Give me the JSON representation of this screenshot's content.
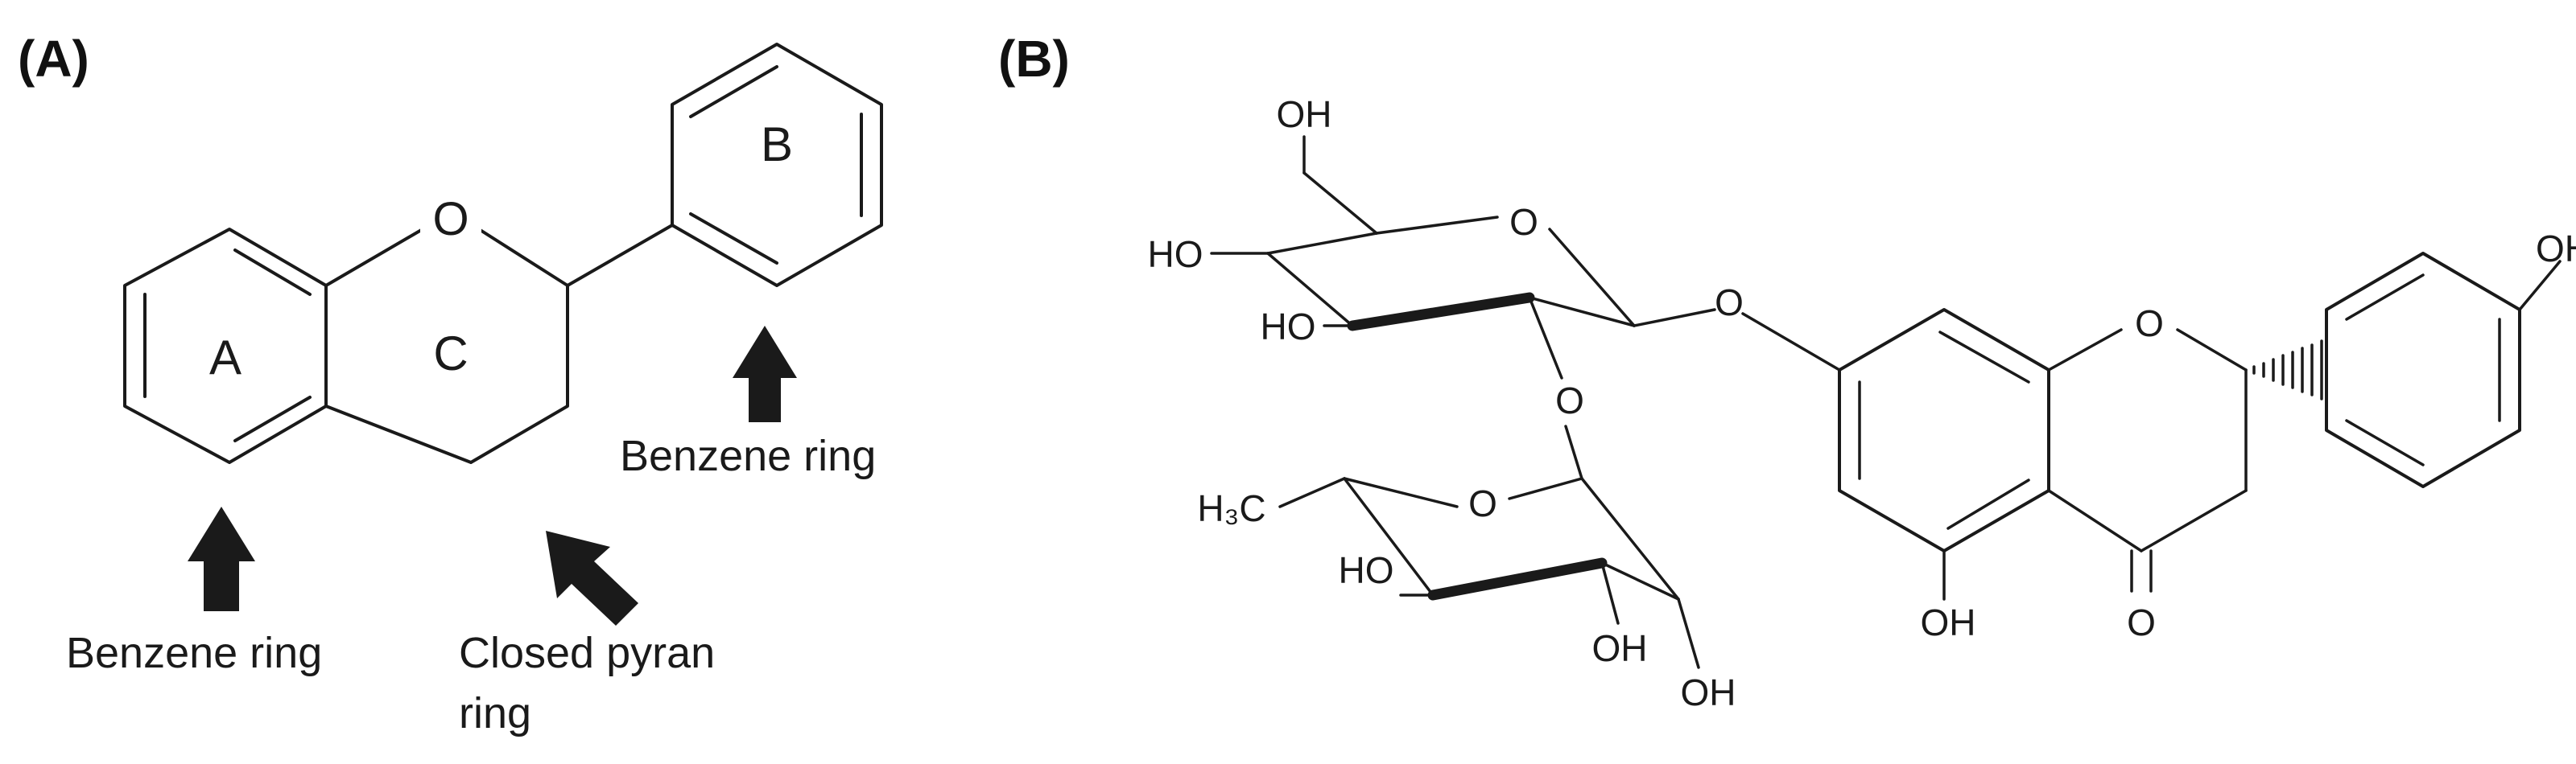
{
  "panels": {
    "a": {
      "label": "(A)"
    },
    "b": {
      "label": "(B)"
    }
  },
  "panel_a": {
    "ring_labels": {
      "a": "A",
      "b": "B",
      "c": "C"
    },
    "oxygen": "O",
    "captions": {
      "benzene_b": "Benzene ring",
      "benzene_a": "Benzene ring",
      "pyran_line1": "Closed pyran",
      "pyran_line2": "ring"
    }
  },
  "panel_b": {
    "atoms": {
      "oh_ch2": "OH",
      "ho_glc_c4": "HO",
      "ho_glc_c3": "HO",
      "o_glc_ring": "O",
      "o_glycosidic": "O",
      "o_interglycosidic": "O",
      "h3c": "H₃C",
      "o_rha_ring": "O",
      "ho_rha_c4": "HO",
      "oh_rha_c3": "OH",
      "oh_rha_c2": "OH",
      "o_chromanone": "O",
      "oh_c5": "OH",
      "o_carbonyl": "O",
      "oh_phenol": "OH"
    }
  }
}
